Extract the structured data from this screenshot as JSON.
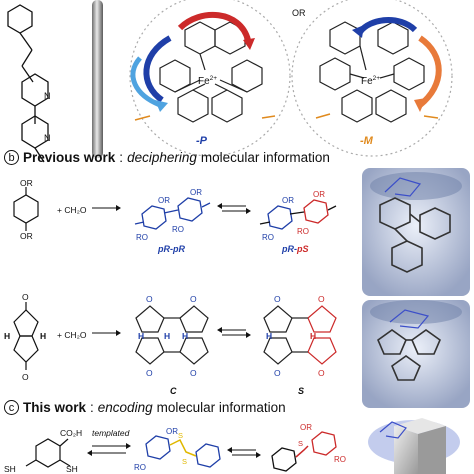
{
  "top_panel": {
    "or_label": "OR",
    "left_complex": {
      "metal": "Fe",
      "charge": "2+",
      "helicity": "-P"
    },
    "right_complex": {
      "metal": "Fe",
      "charge": "2+",
      "helicity": "-M"
    }
  },
  "section_b": {
    "letter": "b",
    "title": "Previous work",
    "separator": ":",
    "emph": "deciphering",
    "rest": "molecular information",
    "row1": {
      "reagent": "+ CH₂O",
      "left_product": "pR-pR",
      "right_product": "pR-pS",
      "substituents": [
        "OR",
        "OR",
        "RO",
        "RO",
        "OR",
        "RO",
        "RO"
      ]
    },
    "row2": {
      "reagent": "+ CH₂O",
      "left_product": "C",
      "right_product": "S",
      "atoms": [
        "O",
        "N",
        "H",
        "H"
      ]
    }
  },
  "section_c": {
    "letter": "c",
    "title": "This work",
    "separator": ":",
    "emph": "encoding",
    "rest": "molecular information",
    "reagents": [
      "CO₂H",
      "SH",
      "SH"
    ],
    "arrow_label": "templated",
    "substituents": [
      "OR",
      "RO",
      "S",
      "S",
      "RO"
    ]
  },
  "colors": {
    "blue": "#1f3fa8",
    "red": "#cc2a2a",
    "orange": "#e08a1e",
    "gray_rod": "#8f8f8f",
    "ring_dash": "#aaaaaa"
  }
}
